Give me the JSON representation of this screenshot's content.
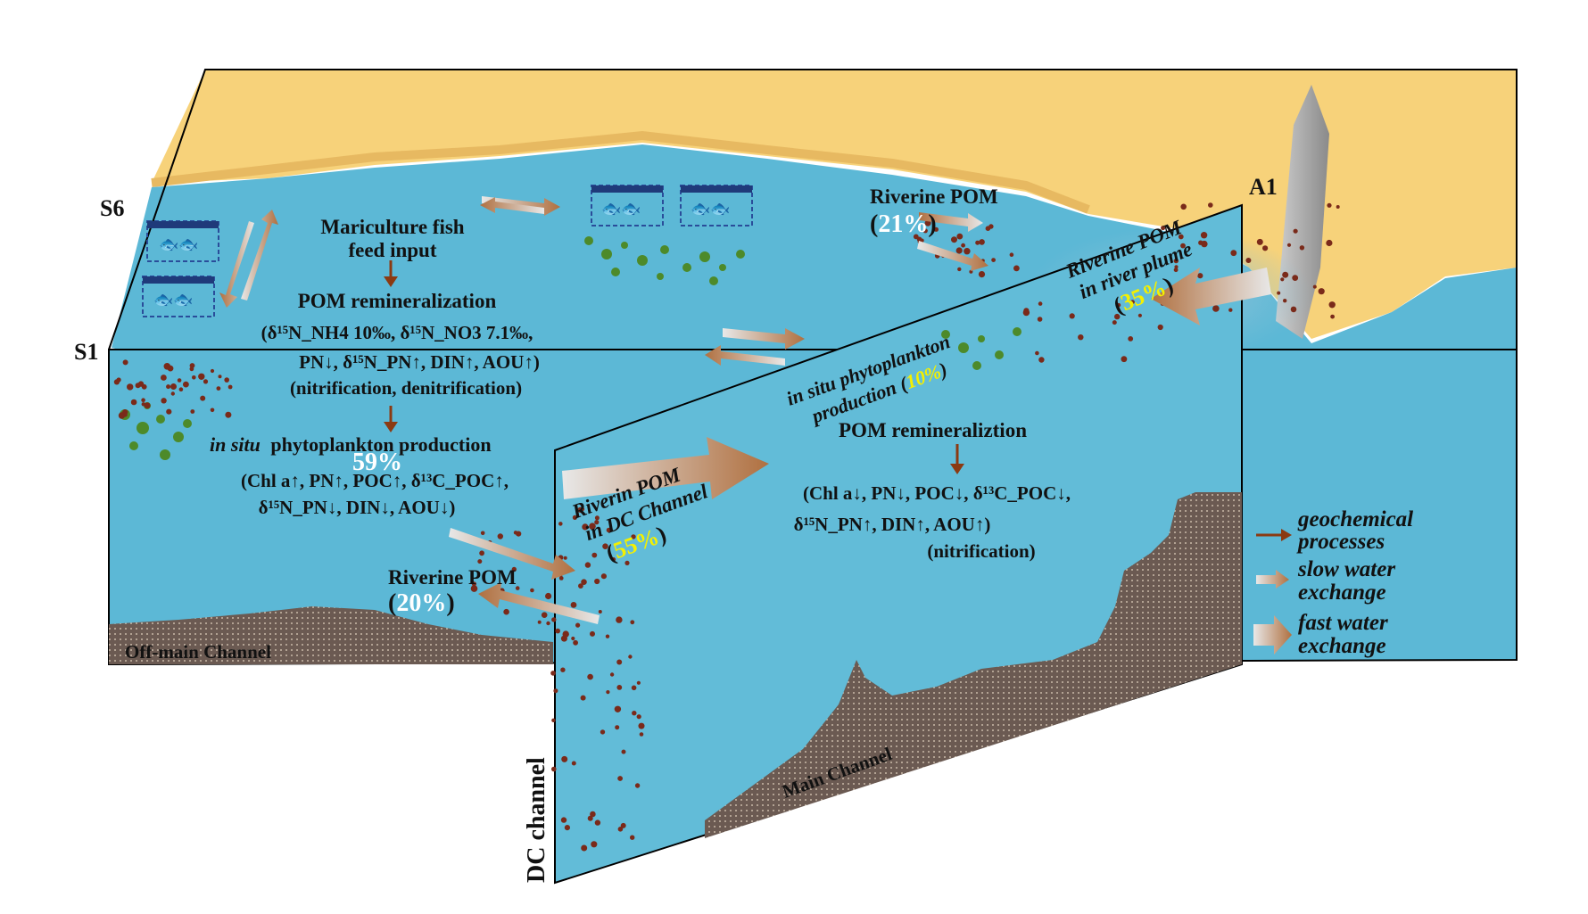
{
  "station_labels": {
    "s6": "S6",
    "s1": "S1",
    "a1": "A1"
  },
  "mariculture": {
    "title_line1": "Mariculture fish",
    "title_line2": "feed input",
    "remin_title": "POM remineralization",
    "remin_line1": "(δ¹⁵N_NH4 10‰, δ¹⁵N_NO3 7.1‰,",
    "remin_line2": "PN↓, δ¹⁵N_PN↑, DIN↑, AOU↑)",
    "remin_line3": "(nitrification, denitrification)",
    "insitu_italic": "in situ",
    "insitu_rest": "phytoplankton production",
    "insitu_pct": "59%",
    "insitu_line2": "(Chl a↑, PN↑, POC↑, δ¹³C_POC↑,",
    "insitu_line3": "δ¹⁵N_PN↓, DIN↓, AOU↓)"
  },
  "riverine_offmain": {
    "label": "Riverine POM",
    "open": "(",
    "pct": "20%",
    "close": ")"
  },
  "riverine_top": {
    "label": "Riverine POM",
    "open": "(",
    "pct": "21%",
    "close": ")"
  },
  "dc_channel_riverine": {
    "line1": "Riverin POM",
    "line2": "in DC Channel",
    "open": "(",
    "pct": "55%",
    "close": ")"
  },
  "plume": {
    "line1": "Riverine POM",
    "line2": "in river plume",
    "open": "(",
    "pct": "35%",
    "close": ")"
  },
  "insitu_main": {
    "line1": "in situ phytoplankton",
    "line2": "production (",
    "pct": "10%",
    "close": ")"
  },
  "main_process": {
    "title": "POM remineraliztion",
    "line1": "(Chl a↓, PN↓, POC↓, δ¹³C_POC↓,",
    "line2": "δ¹⁵N_PN↑, DIN↑, AOU↑)",
    "line3": "(nitrification)"
  },
  "channels": {
    "off_main": "Off-main Channel",
    "main": "Main Channel",
    "dc": "DC channel"
  },
  "legend": {
    "geochem": [
      "geochemical",
      "processes"
    ],
    "slow": [
      "slow water",
      "exchange"
    ],
    "fast": [
      "fast water",
      "exchange"
    ]
  },
  "colors": {
    "water": "#5cb8d6",
    "sand": "#f7d27a",
    "sediment": "#6b5a52",
    "process_arrow": "#8b3a12",
    "percent_yellow": "#f4f000",
    "percent_white": "#ffffff"
  }
}
